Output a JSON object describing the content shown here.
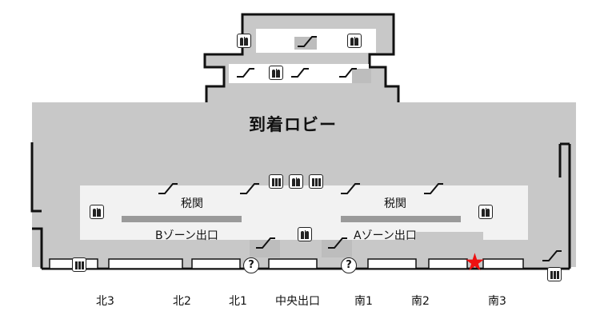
{
  "map": {
    "title": "到着ロビー",
    "customs_left": "税関",
    "customs_right": "税関",
    "zone_b_exit": "Bゾーン出口",
    "zone_a_exit": "Aゾーン出口",
    "exits": {
      "kita3": "北3",
      "kita2": "北2",
      "kita1": "北1",
      "chuo": "中央出口",
      "minami1": "南1",
      "minami2": "南2",
      "minami3": "南3"
    },
    "info_symbol": "?",
    "current_location_marker": "★",
    "colors": {
      "floor": "#c8c8c8",
      "wall": "#111111",
      "marker": "#e51c23"
    },
    "icons": [
      "restroom-icon",
      "escalator-icon",
      "locker-icon",
      "information-icon",
      "current-location-star-icon"
    ]
  }
}
